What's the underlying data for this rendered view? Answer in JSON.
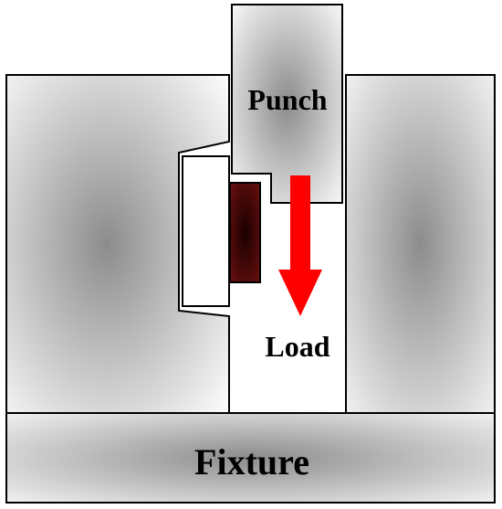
{
  "labels": {
    "punch": "Punch",
    "load": "Load",
    "fixture": "Fixture"
  },
  "colors": {
    "outline": "#000000",
    "block_center": "#8c8c8c",
    "block_edge": "#ffffff",
    "specimen_center": "#1a0000",
    "specimen_edge": "#6b0f0f",
    "arrow": "#ff0000",
    "background": "#ffffff"
  },
  "icons": {
    "load_arrow": "arrow-down-icon"
  }
}
